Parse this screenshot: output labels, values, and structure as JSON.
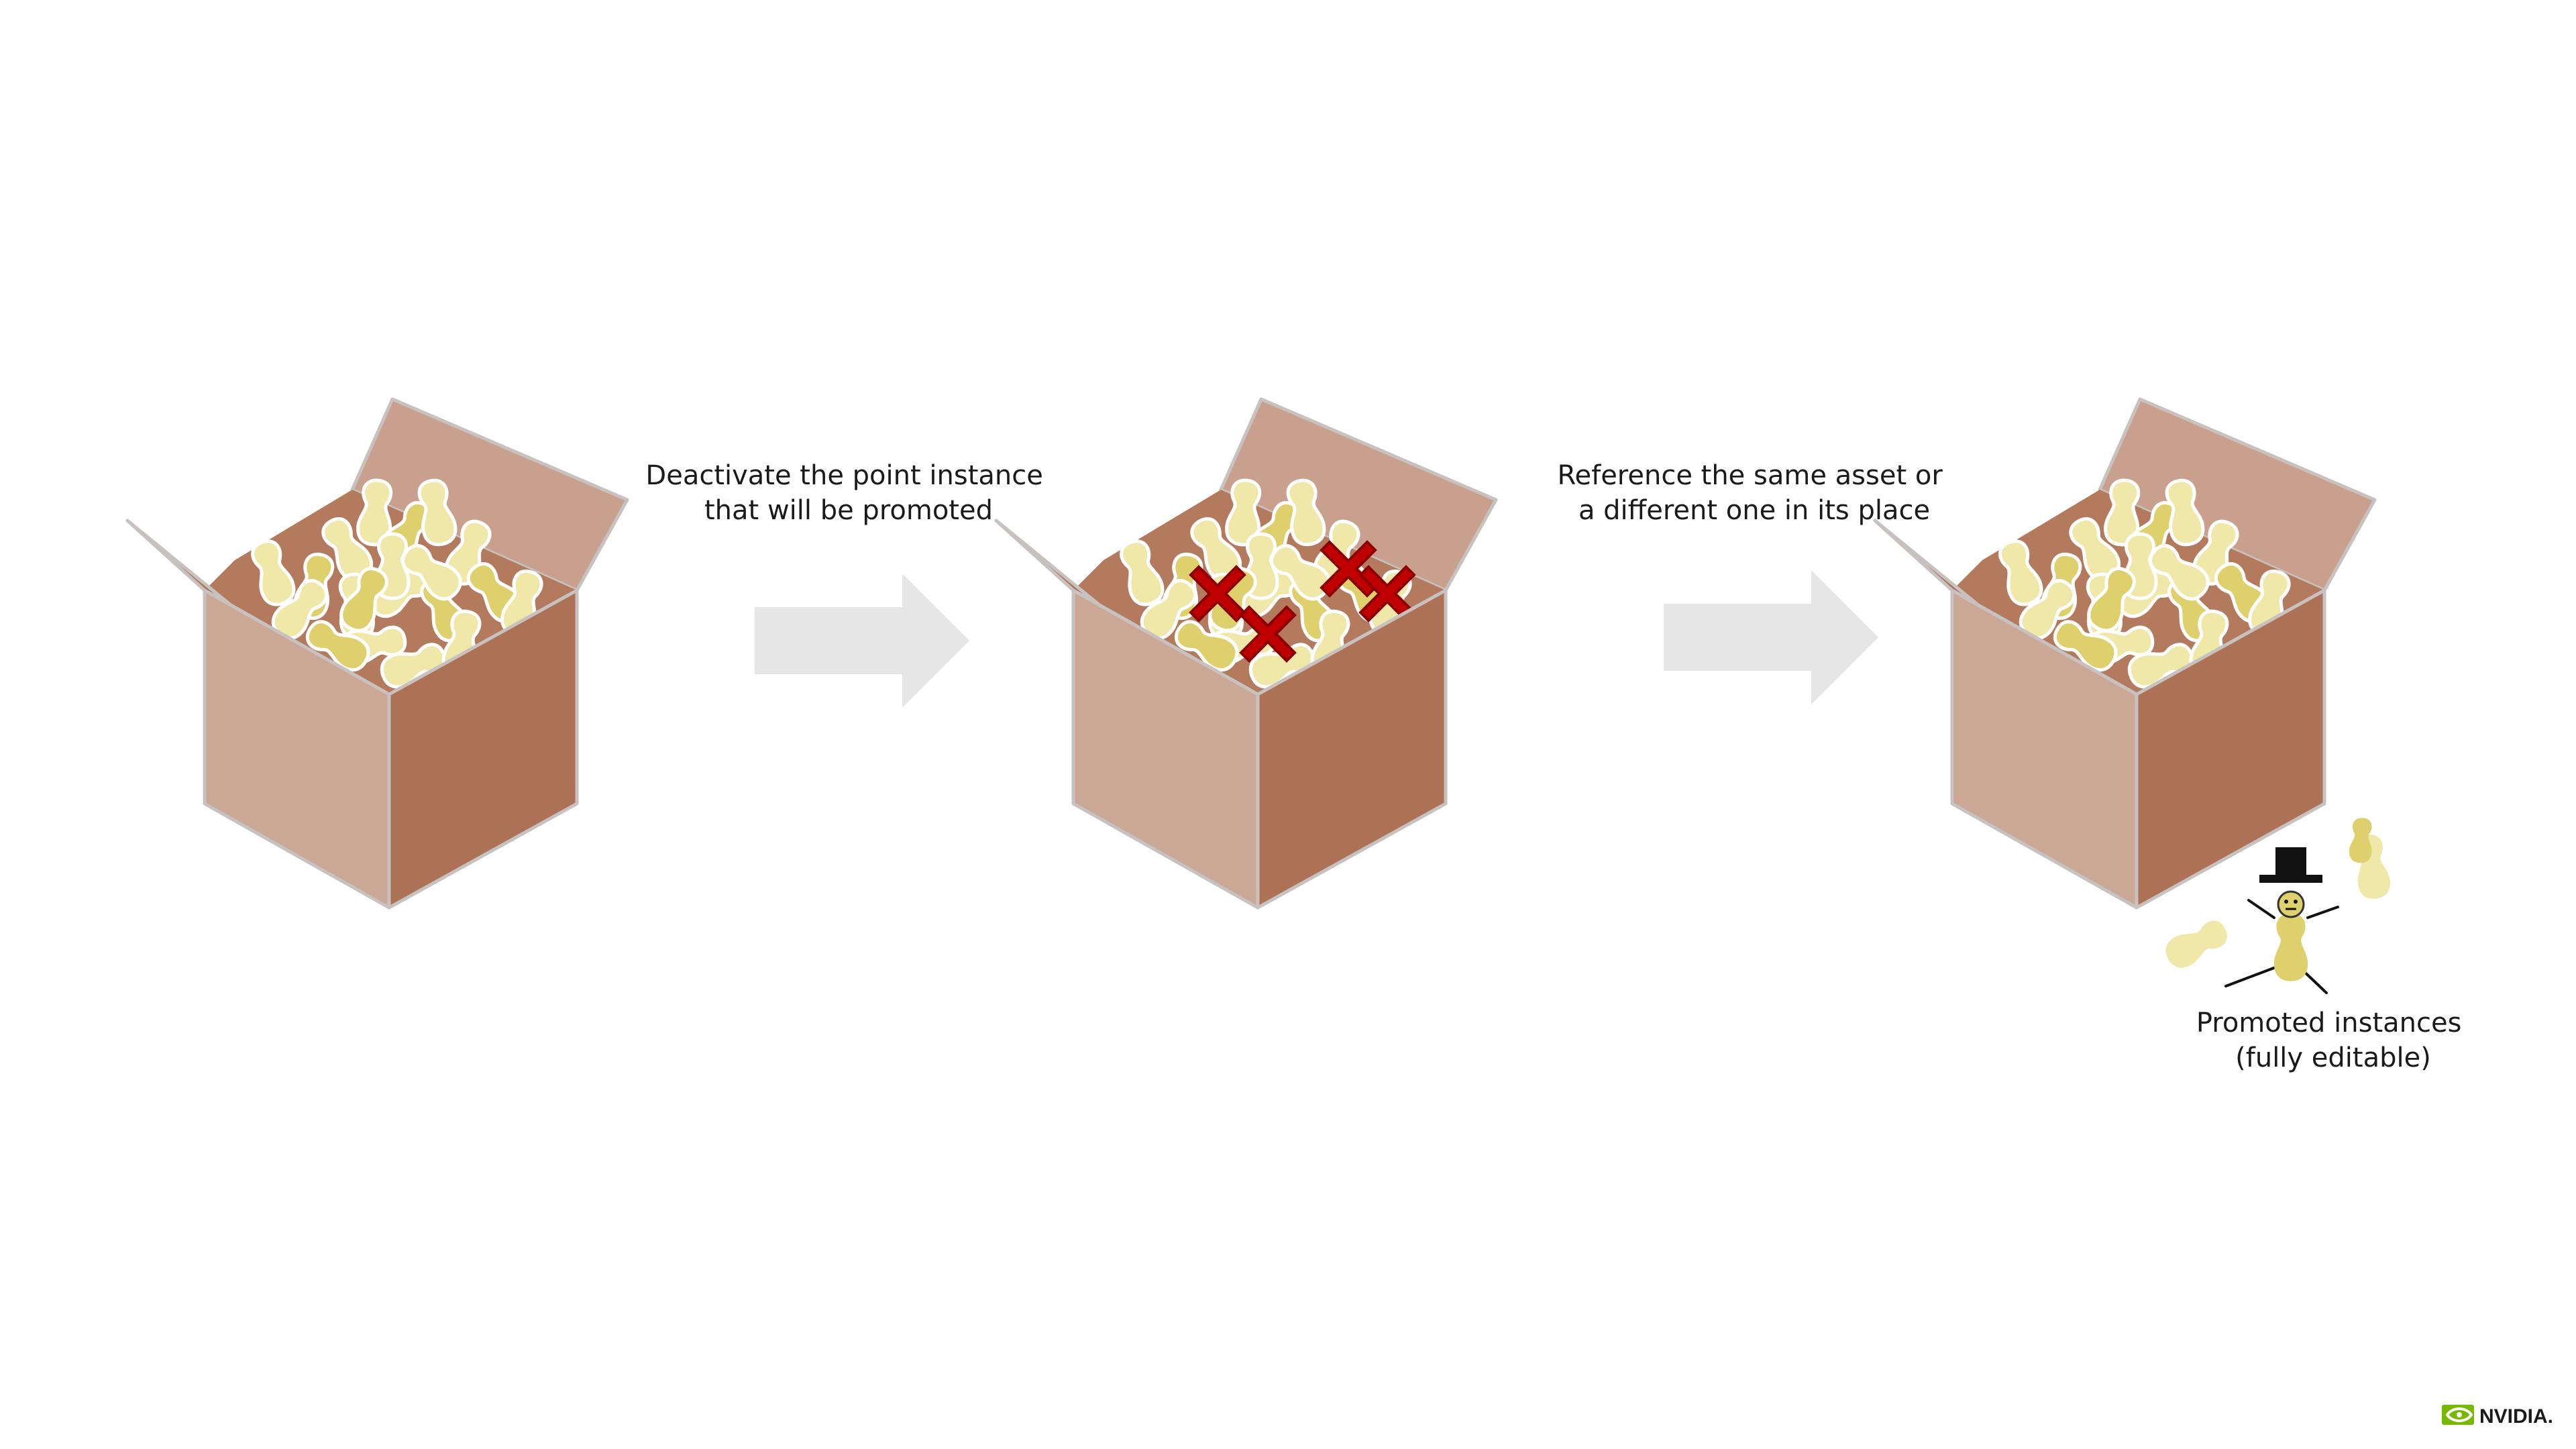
{
  "steps": [
    {
      "caption_lines": [
        "Deactivate the point instance",
        "that will be promoted"
      ]
    },
    {
      "caption_lines": [
        "Reference the same asset or",
        "a different one in its place"
      ]
    }
  ],
  "promoted": {
    "caption_lines": [
      "Promoted instances",
      "(fully editable)"
    ]
  },
  "logo": {
    "text": "NVIDIA."
  },
  "colors": {
    "box_front": "#cba896",
    "box_side": "#ad7256",
    "box_inner": "#b37a5e",
    "box_flap": "#c9a08d",
    "box_edge": "#c7c2bf",
    "peanut_light": "#efe8a8",
    "peanut_dark": "#dfd06e",
    "cross": "#c00000",
    "arrow": "#e6e6e6",
    "nvidia_green": "#76b900"
  },
  "icons": [
    "open-box-icon",
    "packing-peanut-icon",
    "red-x-icon",
    "arrow-right-icon",
    "top-hat-peanut-icon",
    "nvidia-logo-icon"
  ]
}
